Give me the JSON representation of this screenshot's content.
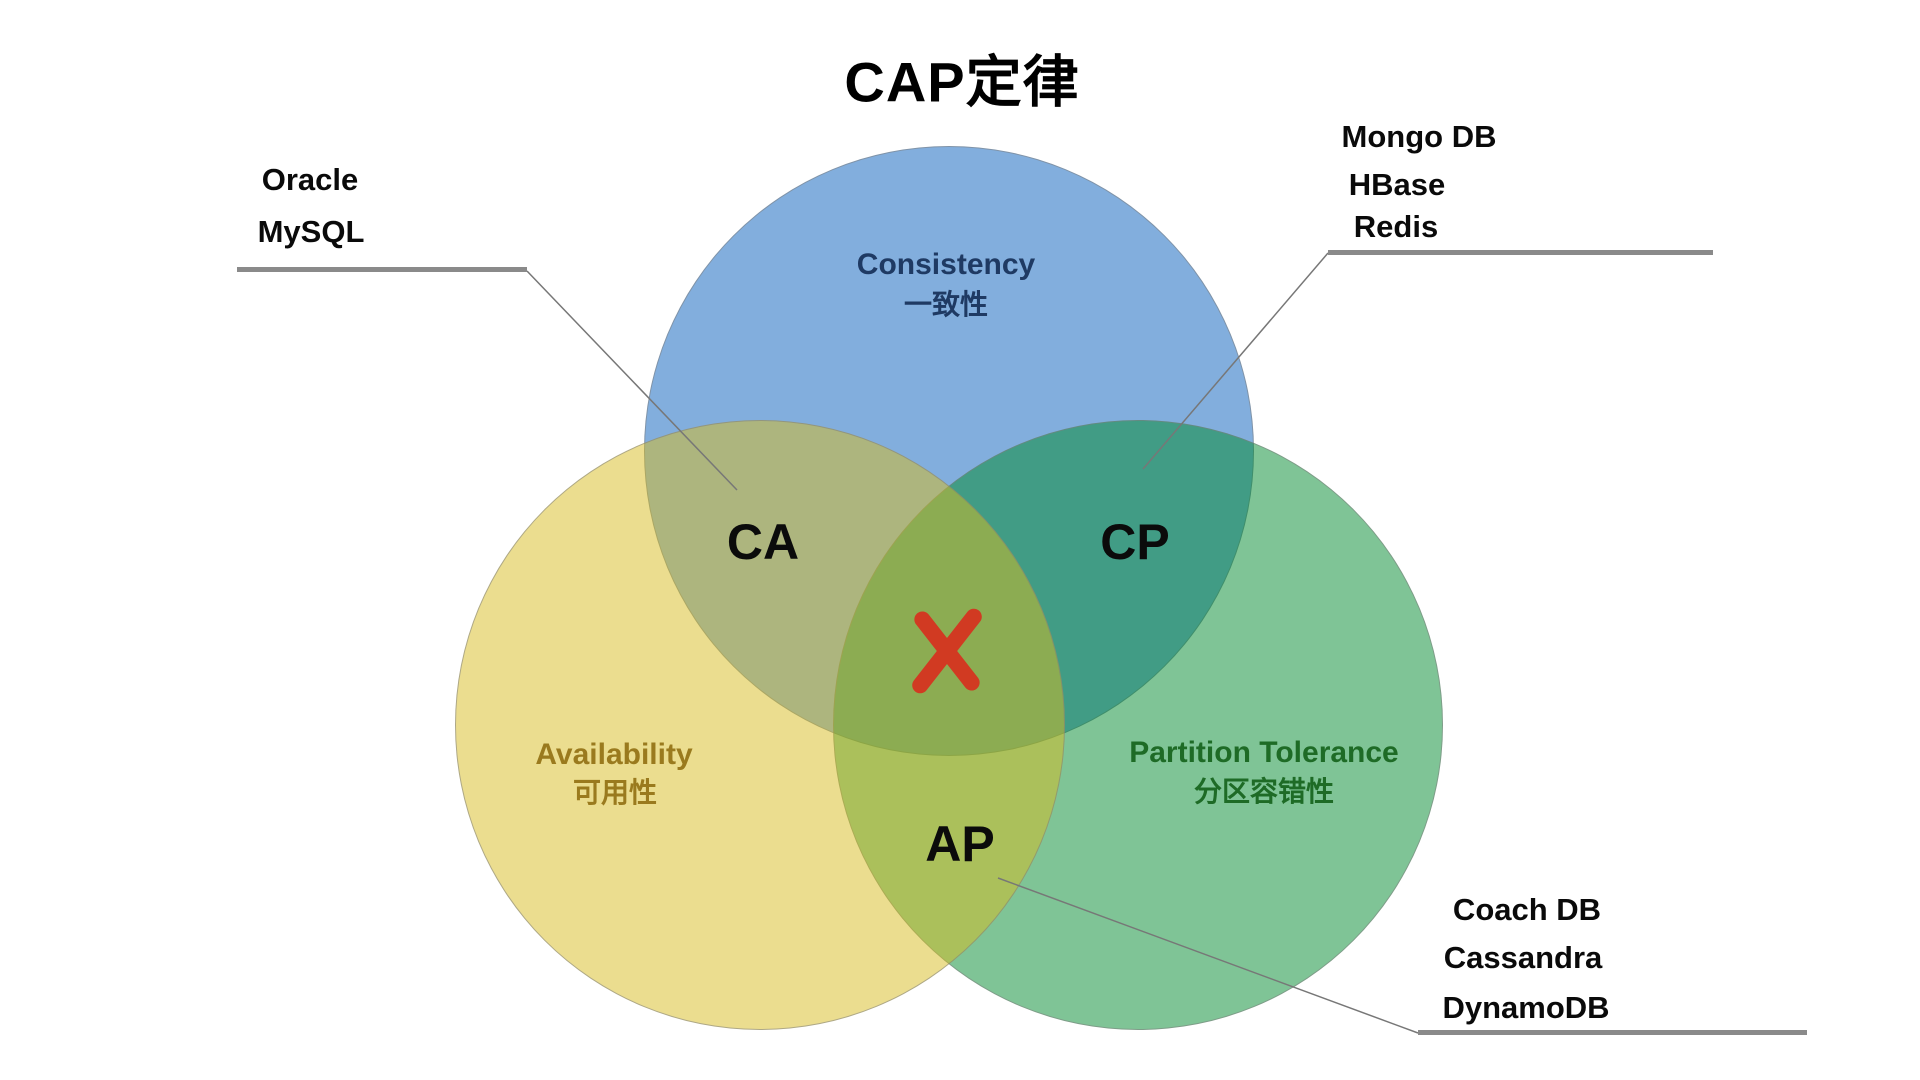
{
  "title": "CAP定律",
  "diagram": {
    "circles": [
      {
        "id": "consistency",
        "label_en": "Consistency",
        "label_zh": "一致性",
        "fill": "#82AEDD",
        "text_color": "#1F3A63"
      },
      {
        "id": "availability",
        "label_en": "Availability",
        "label_zh": "可用性",
        "fill": "#EBDD8F",
        "text_color": "#9A7A1E"
      },
      {
        "id": "partition_tolerance",
        "label_en": "Partition Tolerance",
        "label_zh": "分区容错性",
        "fill": "#7FC496",
        "text_color": "#1E6B26"
      }
    ],
    "intersections": {
      "ca": "CA",
      "cp": "CP",
      "ap": "AP"
    },
    "center_mark": {
      "meaning": "impossible-to-have-all-three",
      "color": "#d13a22"
    }
  },
  "annotations": {
    "ca_examples": {
      "items": [
        "Oracle",
        "MySQL"
      ]
    },
    "cp_examples": {
      "items": [
        "Mongo DB",
        "HBase",
        "Redis"
      ]
    },
    "ap_examples": {
      "items": [
        "Coach DB",
        "Cassandra",
        "DynamoDB"
      ]
    }
  },
  "colors": {
    "background": "#ffffff",
    "leader_line": "#777777",
    "underline": "#8a8a8a"
  }
}
